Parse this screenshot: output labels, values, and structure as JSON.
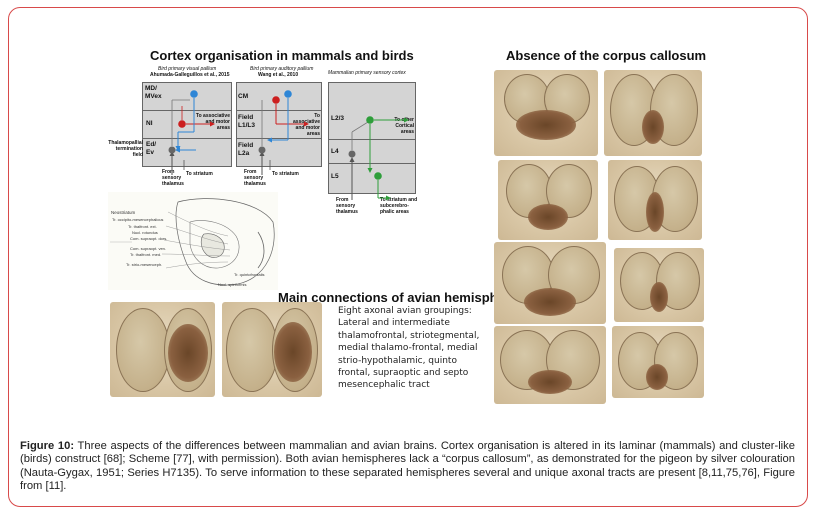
{
  "headings": {
    "cortex": "Cortex organisation in mammals and birds",
    "callosum": "Absence of the corpus callosum",
    "connections": "Main connections of avian hemispheres"
  },
  "panels": {
    "bird_visual": {
      "title": "Bird primary visual pallium",
      "source": "Ahumada-Galleguillos et al., 2015"
    },
    "bird_auditory": {
      "title": "Bird primary auditory pallium",
      "source": "Wang et al., 2010"
    },
    "mammal": {
      "title": "Mammalian primary sensory cortex"
    }
  },
  "layers": {
    "md_mvex": "MD/ MVex",
    "ni": "NI",
    "thalamopallial": "Thalamopallial termination field",
    "ed_ev": "Ed/ Ev",
    "cm": "CM",
    "field_l1": "Field L1/L3",
    "field_l2a": "Field L2a",
    "l23": "L2/3",
    "l4": "L4",
    "l5": "L5"
  },
  "annotations": {
    "to_assoc1": "To associative and motor areas",
    "to_assoc2": "To associative and motor areas",
    "to_other": "To other Cortical areas",
    "to_striatum1": "To striatum",
    "to_striatum2": "To striatum",
    "from_thal1": "From sensory thalamus",
    "from_thal2": "From sensory thalamus",
    "from_thal3": "From sensory thalamus",
    "to_subcerebral": "To striatum and subcerebro-phalic areas"
  },
  "sketch_labels": [
    "Neostriatum",
    "Tr. occipito-mesencephalicus",
    "Tr. thalfront. ext.",
    "Nucl. rotundus",
    "Com. supraopt. dors.",
    "Com. supraopt. ven.",
    "Tr. thalfront. med.",
    "Tr. strio-mesenceph.",
    "Tr. quintofrontalis",
    "Nucl. spiriformis"
  ],
  "groupings": [
    "Eight axonal avian groupings:",
    "Lateral and  intermediate",
    "thalamofrontal, striotegmental,",
    "medial thalamo-frontal, medial",
    "strio-hypothalamic, quinto",
    "frontal, supraoptic and septo",
    "mesencephalic tract"
  ],
  "caption": {
    "label": "Figure 10:",
    "text": " Three aspects of the differences between mammalian and avian brains. Cortex organisation is altered in its laminar (mammals) and cluster-like (birds) construct [68]; Scheme [77], with permission). Both avian hemispheres lack a “corpus callosum”, as demonstrated for the pigeon by silver colouration (Nauta-Gygax, 1951; Series H7135). To serve information to these separated hemispheres several and unique axonal tracts are present [8,11,75,76], Figure from [11]."
  },
  "colors": {
    "frame": "#d84a4a",
    "neuron_blue": "#2e86d6",
    "neuron_red": "#cc1f1f",
    "neuron_green": "#2e9e3a",
    "neuron_grey": "#666666"
  }
}
